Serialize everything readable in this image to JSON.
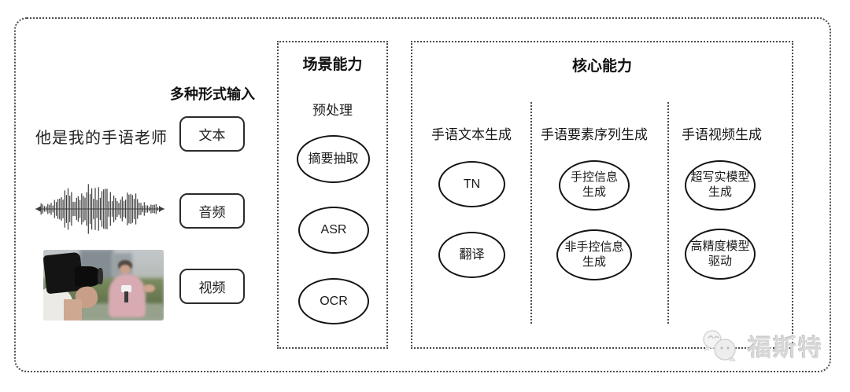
{
  "input_section": {
    "label": "多种形式输入",
    "sample_text": "他是我的手语老师",
    "items": [
      {
        "label": "文本"
      },
      {
        "label": "音频"
      },
      {
        "label": "视频"
      }
    ]
  },
  "scene_box": {
    "title": "场景能力",
    "subtitle": "预处理",
    "nodes": [
      "摘要抽取",
      "ASR",
      "OCR"
    ]
  },
  "core_box": {
    "title": "核心能力",
    "columns": [
      {
        "header": "手语文本生成",
        "nodes": [
          "TN",
          "翻译"
        ]
      },
      {
        "header": "手语要素序列生成",
        "nodes": [
          "手控信息\n生成",
          "非手控信息\n生成"
        ]
      },
      {
        "header": "手语视频生成",
        "nodes": [
          "超写实模型\n生成",
          "高精度模型\n驱动"
        ]
      }
    ]
  },
  "watermark": {
    "text": "福斯特"
  },
  "colors": {
    "ink": "#1a1a1a",
    "dotted_border": "#4b4b4b",
    "watermark_gray": "#d7d7d7",
    "background": "#ffffff"
  }
}
